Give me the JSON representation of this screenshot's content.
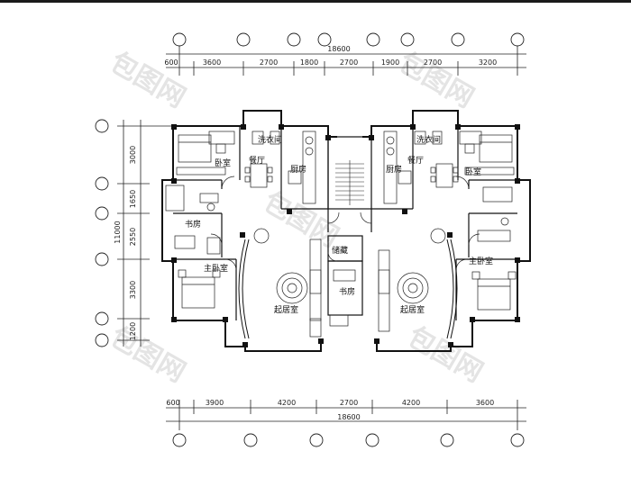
{
  "plan": {
    "top_dimensions": {
      "total": "18600",
      "segments": [
        "600",
        "3600",
        "2700",
        "1800",
        "2700",
        "1900",
        "2700",
        "3200"
      ]
    },
    "bottom_dimensions": {
      "total": "18600",
      "segments": [
        "600",
        "3900",
        "4200",
        "2700",
        "4200",
        "3600"
      ]
    },
    "left_dimensions": {
      "total": "11000",
      "segments": [
        "3000",
        "1650",
        "2550",
        "3300",
        "1200"
      ]
    },
    "rooms": {
      "left_closet": "洗衣间",
      "right_closet": "洗衣间",
      "left_dining": "餐厅",
      "right_dining": "餐厅",
      "left_kitchen": "厨房",
      "right_kitchen": "厨房",
      "left_bedroom": "卧室",
      "right_bedroom": "卧室",
      "left_study": "书房",
      "center_study": "书房",
      "storage": "储藏",
      "left_master": "主卧室",
      "right_master": "主卧室",
      "left_living": "起居室",
      "right_living": "起居室"
    },
    "watermark": "包图网"
  }
}
